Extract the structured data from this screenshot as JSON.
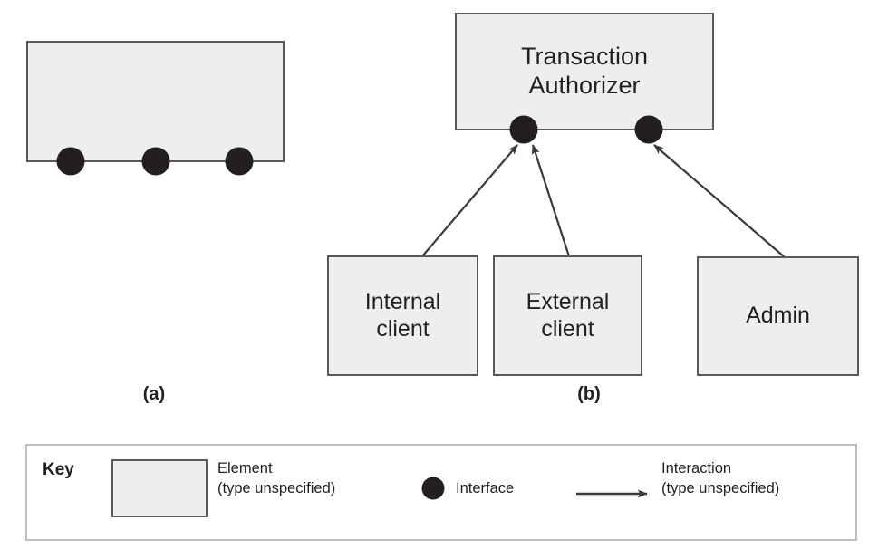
{
  "figure": {
    "title_a": "(a)",
    "title_b": "(b)",
    "element_fill": "#edeeee",
    "element_stroke": "#58595b",
    "interface_color": "#231f20",
    "arrow_color": "#3a3a3c",
    "background": "#ffffff"
  },
  "diagram_a": {
    "name": "unlabeled-element",
    "label": "",
    "interfaces": [
      {
        "name": "interface-1"
      },
      {
        "name": "interface-2"
      },
      {
        "name": "interface-3"
      }
    ]
  },
  "diagram_b": {
    "top_element": {
      "label_line1": "Transaction",
      "label_line2": "Authorizer",
      "interfaces": [
        {
          "name": "authorizer-client-interface"
        },
        {
          "name": "authorizer-admin-interface"
        }
      ]
    },
    "bottom_elements": [
      {
        "label_line1": "Internal",
        "label_line2": "client"
      },
      {
        "label_line1": "External",
        "label_line2": "client"
      },
      {
        "label_line1": "Admin",
        "label_line2": ""
      }
    ],
    "interactions": [
      {
        "from": "Internal client",
        "to": "authorizer-client-interface"
      },
      {
        "from": "External client",
        "to": "authorizer-client-interface"
      },
      {
        "from": "Admin",
        "to": "authorizer-admin-interface"
      }
    ]
  },
  "key": {
    "title": "Key",
    "entries": [
      {
        "symbol": "element-swatch",
        "line1": "Element",
        "line2": "(type unspecified)"
      },
      {
        "symbol": "interface-dot",
        "line1": "Interface",
        "line2": ""
      },
      {
        "symbol": "interaction-arrow",
        "line1": "Interaction",
        "line2": "(type unspecified)"
      }
    ]
  }
}
